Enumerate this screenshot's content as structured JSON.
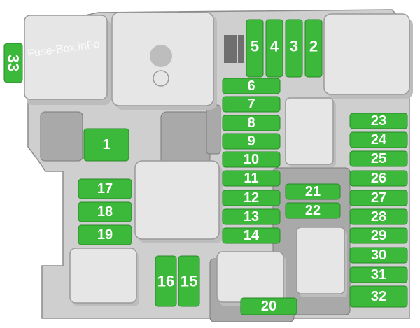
{
  "watermark": "Fuse-Box.inFo",
  "colors": {
    "fuse": "#3cb83b",
    "relay": "#e6e6e6",
    "housing": "#cfcfcf"
  },
  "fuses": [
    {
      "label": "33"
    },
    {
      "label": "1"
    },
    {
      "label": "5"
    },
    {
      "label": "4"
    },
    {
      "label": "3"
    },
    {
      "label": "2"
    },
    {
      "label": "6"
    },
    {
      "label": "7"
    },
    {
      "label": "8"
    },
    {
      "label": "9"
    },
    {
      "label": "10"
    },
    {
      "label": "11"
    },
    {
      "label": "12"
    },
    {
      "label": "13"
    },
    {
      "label": "14"
    },
    {
      "label": "17"
    },
    {
      "label": "18"
    },
    {
      "label": "19"
    },
    {
      "label": "16"
    },
    {
      "label": "15"
    },
    {
      "label": "21"
    },
    {
      "label": "22"
    },
    {
      "label": "20"
    },
    {
      "label": "23"
    },
    {
      "label": "24"
    },
    {
      "label": "25"
    },
    {
      "label": "26"
    },
    {
      "label": "27"
    },
    {
      "label": "28"
    },
    {
      "label": "29"
    },
    {
      "label": "30"
    },
    {
      "label": "31"
    },
    {
      "label": "32"
    }
  ]
}
